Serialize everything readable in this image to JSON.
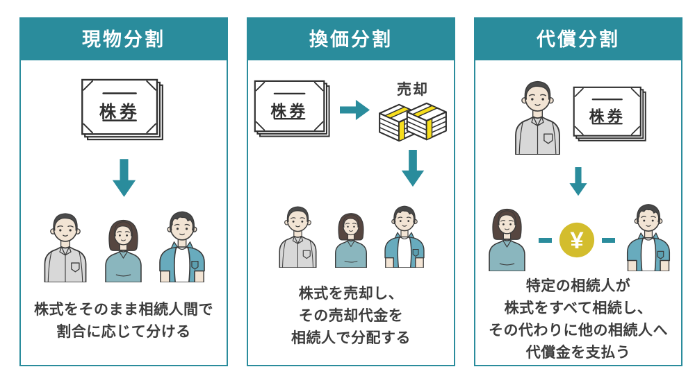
{
  "colors": {
    "accent_teal": "#2a8c9c",
    "money_band_yellow": "#f7de1e",
    "coin_gold": "#d3bd2d",
    "text_dark": "#3c3c3c"
  },
  "panels": [
    {
      "title": "現物分割",
      "certificate_label": "株券",
      "description_lines": [
        "株式をそのまま相続人間で",
        "割合に応じて分ける"
      ]
    },
    {
      "title": "換価分割",
      "certificate_label": "株券",
      "sale_label": "売却",
      "description_lines": [
        "株式を売却し、",
        "その売却代金を",
        "相続人で分配する"
      ]
    },
    {
      "title": "代償分割",
      "certificate_label": "株券",
      "compensation_symbol": "¥",
      "description_lines": [
        "特定の相続人が",
        "株式をすべて相続し、",
        "その代わりに他の相続人へ",
        "代償金を支払う"
      ]
    }
  ]
}
